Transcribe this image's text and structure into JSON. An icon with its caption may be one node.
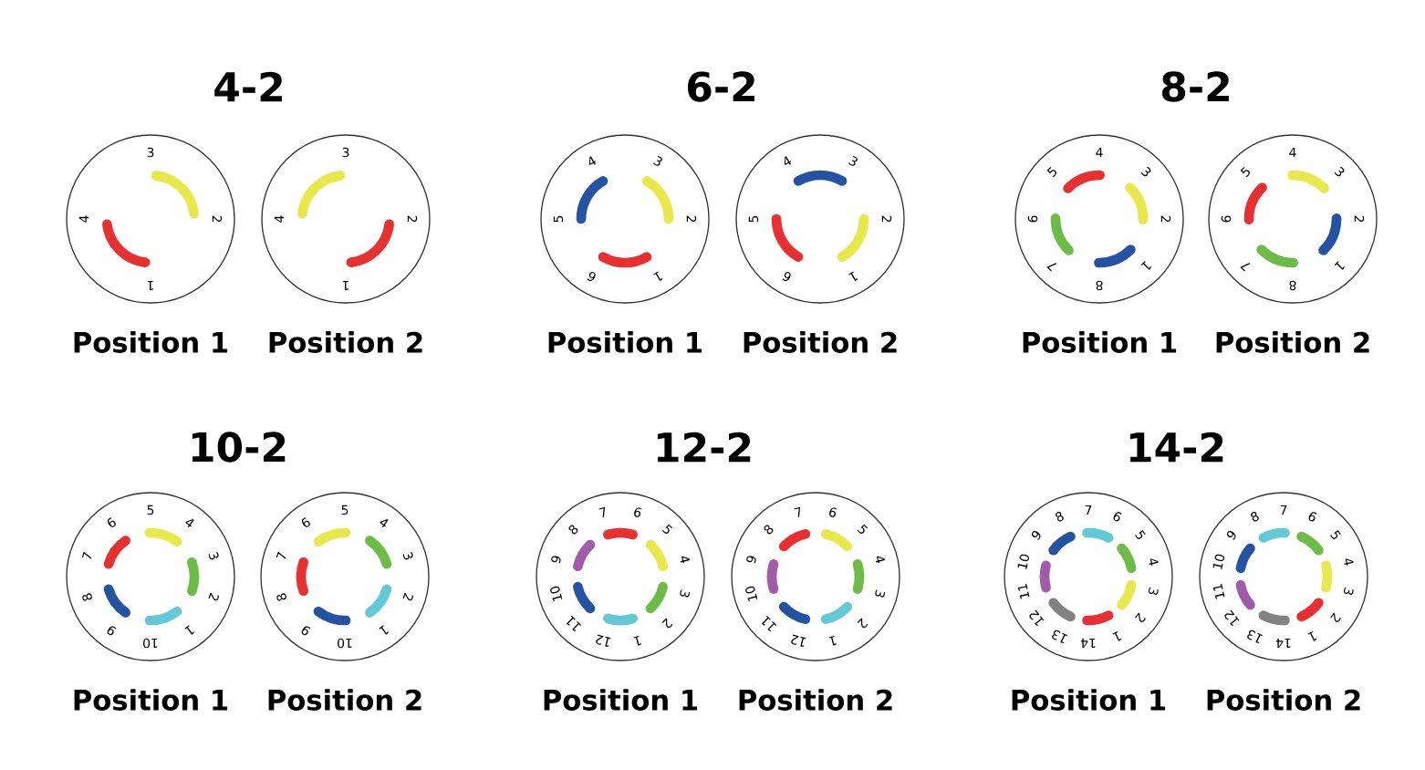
{
  "diagram": {
    "nodes": [
      {
        "text": [
          "1",
          "2",
          "3",
          "4"
        ],
        "beside": [
          "Position 1"
        ]
      },
      {
        "text": [
          "1",
          "2",
          "3",
          "4"
        ],
        "beside": [
          "Position 2"
        ]
      },
      {
        "text": [
          "1",
          "2",
          "3",
          "4",
          "5",
          "6"
        ],
        "beside": [
          "Position 1"
        ]
      },
      {
        "text": [
          "1",
          "2",
          "3",
          "4",
          "5",
          "6"
        ],
        "beside": [
          "Position 2"
        ]
      },
      {
        "text": [
          "1",
          "2",
          "3",
          "4",
          "5",
          "6",
          "7",
          "8"
        ],
        "beside": [
          "Position 1"
        ]
      },
      {
        "text": [
          "1",
          "2",
          "3",
          "4",
          "5",
          "6",
          "7",
          "8"
        ],
        "beside": [
          "Position 2"
        ]
      },
      {
        "text": [
          "1",
          "2",
          "3",
          "4",
          "5",
          "6",
          "7",
          "8",
          "9",
          "10"
        ],
        "beside": [
          "Position 1"
        ]
      },
      {
        "text": [
          "1",
          "2",
          "3",
          "4",
          "5",
          "6",
          "7",
          "8",
          "9",
          "10"
        ],
        "beside": [
          "Position 2"
        ]
      },
      {
        "text": [
          "1",
          "2",
          "3",
          "4",
          "5",
          "6",
          "7",
          "8",
          "9",
          "10",
          "11",
          "12"
        ],
        "beside": [
          "Position 1"
        ]
      },
      {
        "text": [
          "1",
          "2",
          "3",
          "4",
          "5",
          "6",
          "7",
          "8",
          "9",
          "10",
          "11",
          "12"
        ],
        "beside": [
          "Position 2"
        ]
      },
      {
        "text": [
          "1",
          "2",
          "3",
          "4",
          "5",
          "6",
          "7",
          "8",
          "9",
          "10",
          "11",
          "12",
          "13",
          "14"
        ],
        "beside": [
          "Position 1"
        ]
      },
      {
        "text": [
          "1",
          "2",
          "3",
          "4",
          "5",
          "6",
          "7",
          "8",
          "9",
          "10",
          "11",
          "12",
          "13",
          "14"
        ],
        "beside": [
          "Position 2"
        ]
      }
    ],
    "labels": [
      "4-2",
      "6-2",
      "8-2",
      "10-2",
      "12-2",
      "14-2"
    ]
  }
}
